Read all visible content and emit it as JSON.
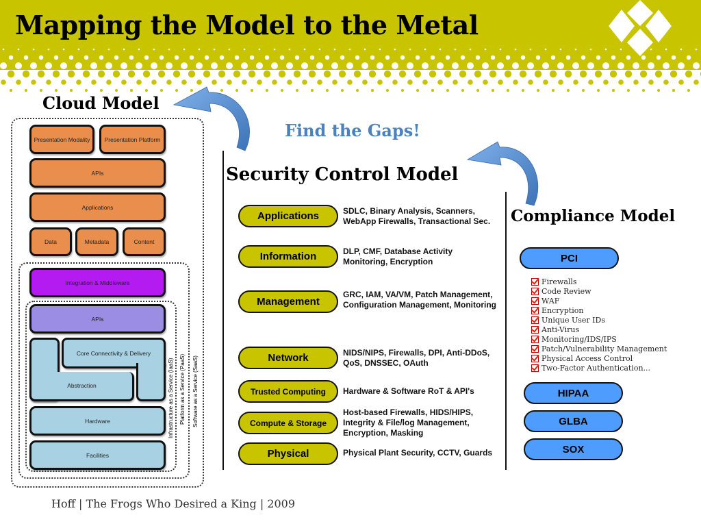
{
  "slide": {
    "title": "Mapping the Model to the Metal",
    "subtitle": "Find the Gaps!",
    "footer": "Hoff | The Frogs Who Desired a King | 2009",
    "colors": {
      "accent": "#c8c400",
      "orange_block": "#e98e4d",
      "purple_block": "#b31bf0",
      "lavender_block": "#9b8ce4",
      "blue_block": "#a8d2e4",
      "compliance_pill": "#4f9cff",
      "gaps_text": "#4a82c0"
    }
  },
  "cloud_model": {
    "title": "Cloud Model",
    "blocks": {
      "presentation_modality": "Presentation Modality",
      "presentation_platform": "Presentation Platform",
      "apis_top": "APIs",
      "applications": "Applications",
      "data": "Data",
      "metadata": "Metadata",
      "content": "Content",
      "integration_middleware": "Integration & Middleware",
      "apis_bottom": "APIs",
      "core_connectivity": "Core Connectivity & Delivery",
      "abstraction": "Abstraction",
      "hardware": "Hardware",
      "facilities": "Facilities"
    },
    "service_labels": {
      "iaas": "Infrastructure as a Service (IaaS)",
      "paas": "Platform as a Service (PaaS)",
      "saas": "Software as a Service (SaaS)"
    }
  },
  "security_control_model": {
    "title": "Security Control Model",
    "rows": [
      {
        "label": "Applications",
        "desc": [
          "SDLC, Binary Analysis, Scanners,",
          "WebApp Firewalls, Transactional Sec."
        ]
      },
      {
        "label": "Information",
        "desc": [
          "DLP, CMF, Database Activity",
          "Monitoring, Encryption"
        ]
      },
      {
        "label": "Management",
        "desc": [
          "GRC, IAM, VA/VM, Patch Management,",
          "Configuration Management, Monitoring"
        ]
      },
      {
        "label": "Network",
        "desc": [
          "NIDS/NIPS, Firewalls, DPI, Anti-DDoS,",
          "QoS, DNSSEC, OAuth"
        ]
      },
      {
        "label": "Trusted Computing",
        "desc": [
          "Hardware & Software RoT & API's"
        ]
      },
      {
        "label": "Compute & Storage",
        "desc": [
          "Host-based Firewalls, HIDS/HIPS,",
          "Integrity & File/log Management,",
          "Encryption, Masking"
        ]
      },
      {
        "label": "Physical",
        "desc": [
          "Physical Plant Security, CCTV, Guards"
        ]
      }
    ]
  },
  "compliance_model": {
    "title": "Compliance Model",
    "pci": {
      "label": "PCI",
      "checklist": [
        "Firewalls",
        "Code Review",
        "WAF",
        "Encryption",
        "Unique User IDs",
        "Anti-Virus",
        "Monitoring/IDS/IPS",
        "Patch/Vulnerability Management",
        "Physical Access Control",
        "Two-Factor Authentication..."
      ]
    },
    "others": [
      "HIPAA",
      "GLBA",
      "SOX"
    ]
  }
}
